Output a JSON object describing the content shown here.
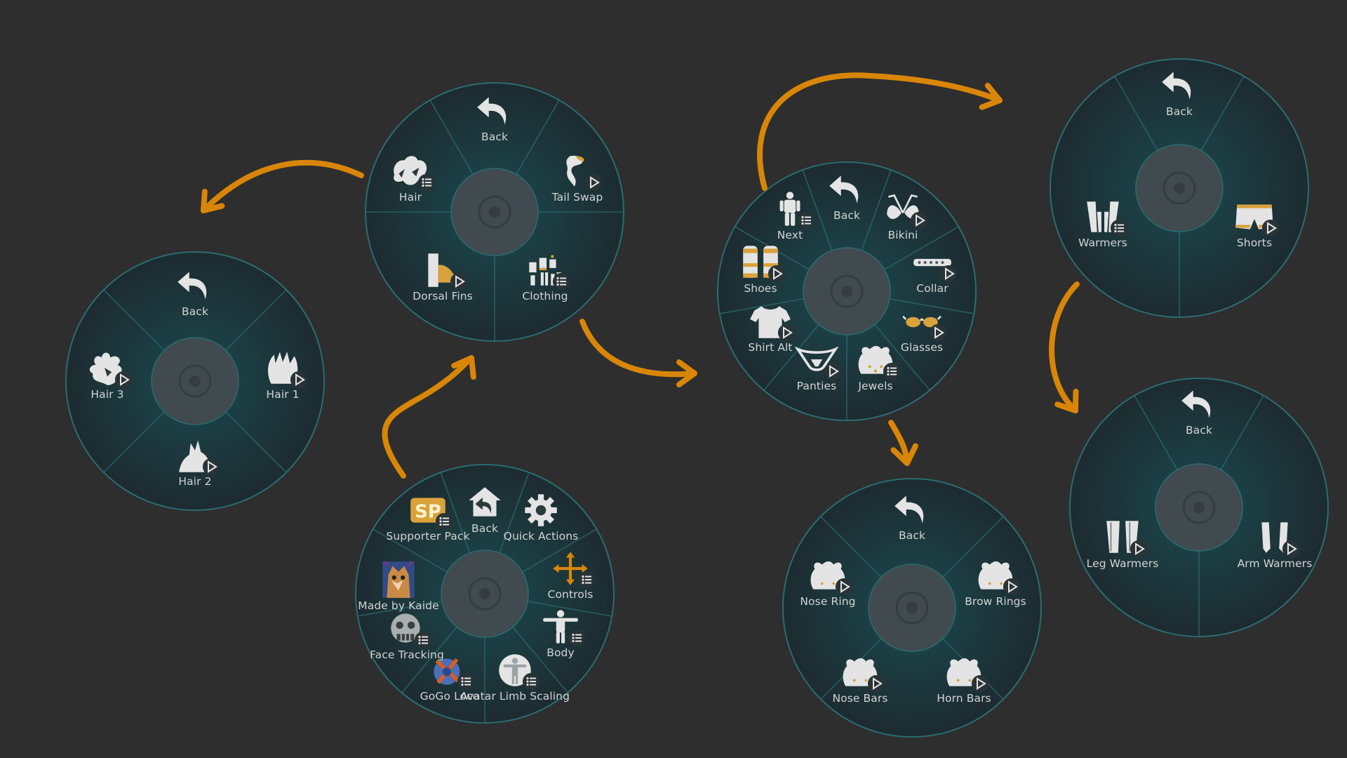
{
  "colors": {
    "background": "#2e2e2e",
    "disc_inner": "#1a4a4f",
    "disc_outer": "#1d2b30",
    "ring": "#2a6c72",
    "center": "#414a4e",
    "icon": "#e4e4e4",
    "accent_gold": "#d9a23a",
    "arrow": "#d98608",
    "label": "#d2d4d4"
  },
  "menus": [
    {
      "id": "main",
      "items": [
        {
          "label": "Back",
          "icon": "home-back-icon",
          "badge": "none"
        },
        {
          "label": "Quick Actions",
          "icon": "gear-icon",
          "badge": "none"
        },
        {
          "label": "Controls",
          "icon": "move-arrows-icon",
          "badge": "list"
        },
        {
          "label": "Body",
          "icon": "tpose-body-icon",
          "badge": "list"
        },
        {
          "label": "Avatar Limb Scaling",
          "icon": "limb-scaling-icon",
          "badge": "list"
        },
        {
          "label": "GoGo Loco",
          "icon": "gogo-loco-icon",
          "badge": "list"
        },
        {
          "label": "Face Tracking",
          "icon": "face-tracking-icon",
          "badge": "list"
        },
        {
          "label": "Made by Kaide",
          "icon": "kaide-avatar-icon",
          "badge": "none"
        },
        {
          "label": "Supporter Pack",
          "icon": "sp-logo-icon",
          "badge": "list"
        }
      ]
    },
    {
      "id": "head-menu",
      "items": [
        {
          "label": "Back",
          "icon": "back-arrow-icon",
          "badge": "none"
        },
        {
          "label": "Tail Swap",
          "icon": "tail-icon",
          "badge": "play"
        },
        {
          "label": "Clothing",
          "icon": "clothing-icon",
          "badge": "list"
        },
        {
          "label": "Dorsal Fins",
          "icon": "dorsal-fin-icon",
          "badge": "play"
        },
        {
          "label": "Hair",
          "icon": "hair-icon",
          "badge": "list"
        }
      ]
    },
    {
      "id": "hair-menu",
      "items": [
        {
          "label": "Back",
          "icon": "back-arrow-icon",
          "badge": "none"
        },
        {
          "label": "Hair 1",
          "icon": "hair-spiky-icon",
          "badge": "play"
        },
        {
          "label": "Hair 2",
          "icon": "hair-mohawk-icon",
          "badge": "play"
        },
        {
          "label": "Hair 3",
          "icon": "hair-wild-icon",
          "badge": "play"
        }
      ]
    },
    {
      "id": "clothing-menu",
      "items": [
        {
          "label": "Back",
          "icon": "back-arrow-icon",
          "badge": "none"
        },
        {
          "label": "Bikini",
          "icon": "bikini-icon",
          "badge": "play"
        },
        {
          "label": "Collar",
          "icon": "collar-icon",
          "badge": "play"
        },
        {
          "label": "Glasses",
          "icon": "glasses-icon",
          "badge": "play"
        },
        {
          "label": "Jewels",
          "icon": "jewels-icon",
          "badge": "list"
        },
        {
          "label": "Panties",
          "icon": "panties-icon",
          "badge": "play"
        },
        {
          "label": "Shirt Alt",
          "icon": "shirt-icon",
          "badge": "play"
        },
        {
          "label": "Shoes",
          "icon": "shoes-icon",
          "badge": "play"
        },
        {
          "label": "Next",
          "icon": "person-icon",
          "badge": "list"
        }
      ]
    },
    {
      "id": "jewels-menu",
      "items": [
        {
          "label": "Back",
          "icon": "back-arrow-icon",
          "badge": "none"
        },
        {
          "label": "Brow Rings",
          "icon": "head-silhouette-icon",
          "badge": "play"
        },
        {
          "label": "Horn Bars",
          "icon": "head-silhouette-icon",
          "badge": "play"
        },
        {
          "label": "Nose Bars",
          "icon": "head-silhouette-icon",
          "badge": "play"
        },
        {
          "label": "Nose Ring",
          "icon": "head-silhouette-icon",
          "badge": "play"
        }
      ]
    },
    {
      "id": "next-menu",
      "items": [
        {
          "label": "Back",
          "icon": "back-arrow-icon",
          "badge": "none"
        },
        {
          "label": "Shorts",
          "icon": "shorts-icon",
          "badge": "play"
        },
        {
          "label": "Warmers",
          "icon": "warmers-icon",
          "badge": "list"
        }
      ]
    },
    {
      "id": "warmers-menu",
      "items": [
        {
          "label": "Back",
          "icon": "back-arrow-icon",
          "badge": "none"
        },
        {
          "label": "Arm Warmers",
          "icon": "arm-warmers-icon",
          "badge": "play"
        },
        {
          "label": "Leg Warmers",
          "icon": "leg-warmers-icon",
          "badge": "play"
        }
      ]
    }
  ]
}
